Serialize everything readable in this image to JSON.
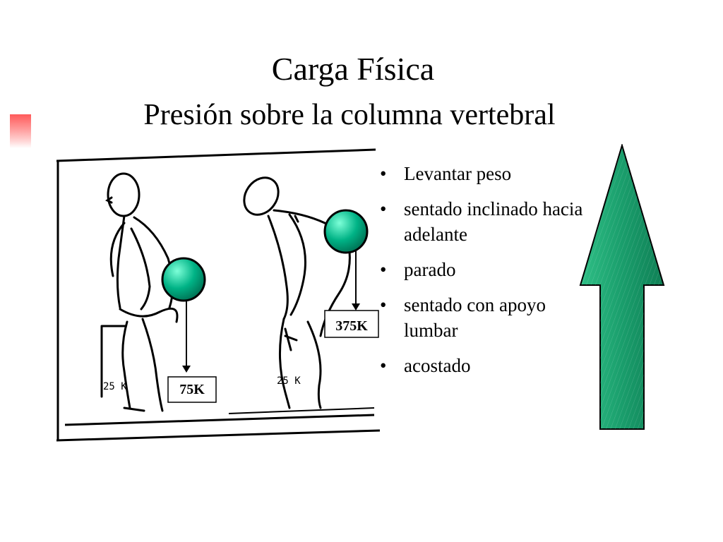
{
  "slide": {
    "title": "Carga Física",
    "subtitle": "Presión sobre la columna vertebral"
  },
  "illustration": {
    "left_weight_label": "75K",
    "right_weight_label": "375K",
    "left_box_label": "25 K",
    "right_box_label": "25 K",
    "disc_color": "#00b386",
    "disc_highlight": "#7dffd8"
  },
  "bullets": [
    "Levantar peso",
    "sentado inclinado hacia adelante",
    "parado",
    "sentado con apoyo lumbar",
    "acostado"
  ],
  "arrow": {
    "color": "#1a9e6c",
    "direction": "up"
  }
}
